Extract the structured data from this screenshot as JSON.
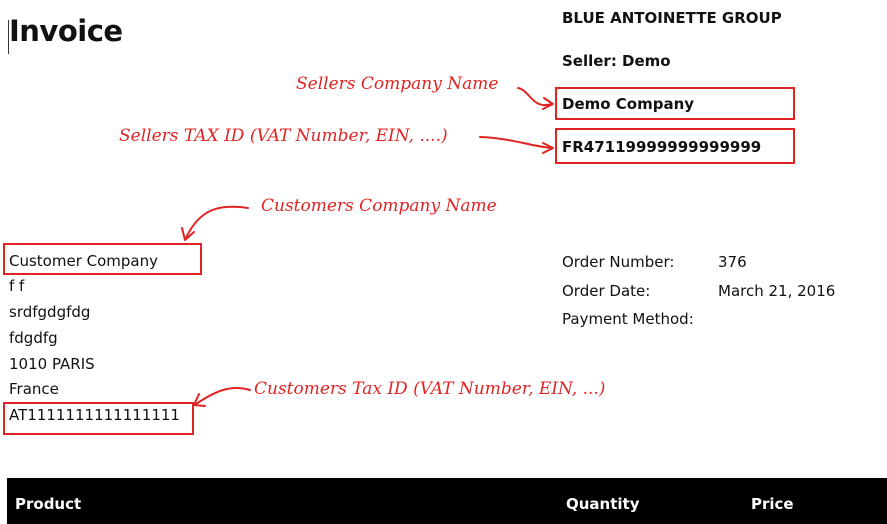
{
  "document": {
    "title": "Invoice"
  },
  "seller": {
    "group": "BLUE ANTOINETTE GROUP",
    "seller_line": "Seller: Demo",
    "company": "Demo Company",
    "tax_id": "FR47119999999999999"
  },
  "customer": {
    "company": "Customer Company",
    "line1": "f f",
    "line2": "srdfgdgfdg",
    "line3": "fdgdfg",
    "city": "1010 PARIS",
    "country": "France",
    "tax_id": "AT1111111111111111"
  },
  "order": {
    "number_label": "Order Number:",
    "number_value": "376",
    "date_label": "Order Date:",
    "date_value": "March 21, 2016",
    "payment_label": "Payment Method:"
  },
  "annotations": {
    "sellers_company_name": "Sellers Company Name",
    "sellers_tax_id": "Sellers TAX ID (VAT Number, EIN, ....)",
    "customers_company_name": "Customers Company Name",
    "customers_tax_id": "Customers Tax ID (VAT Number, EIN, ...)"
  },
  "table": {
    "columns": [
      "Product",
      "Quantity",
      "Price"
    ]
  },
  "colors": {
    "annotation_red": "#e02424",
    "header_background": "#000000",
    "header_text": "#ffffff"
  }
}
